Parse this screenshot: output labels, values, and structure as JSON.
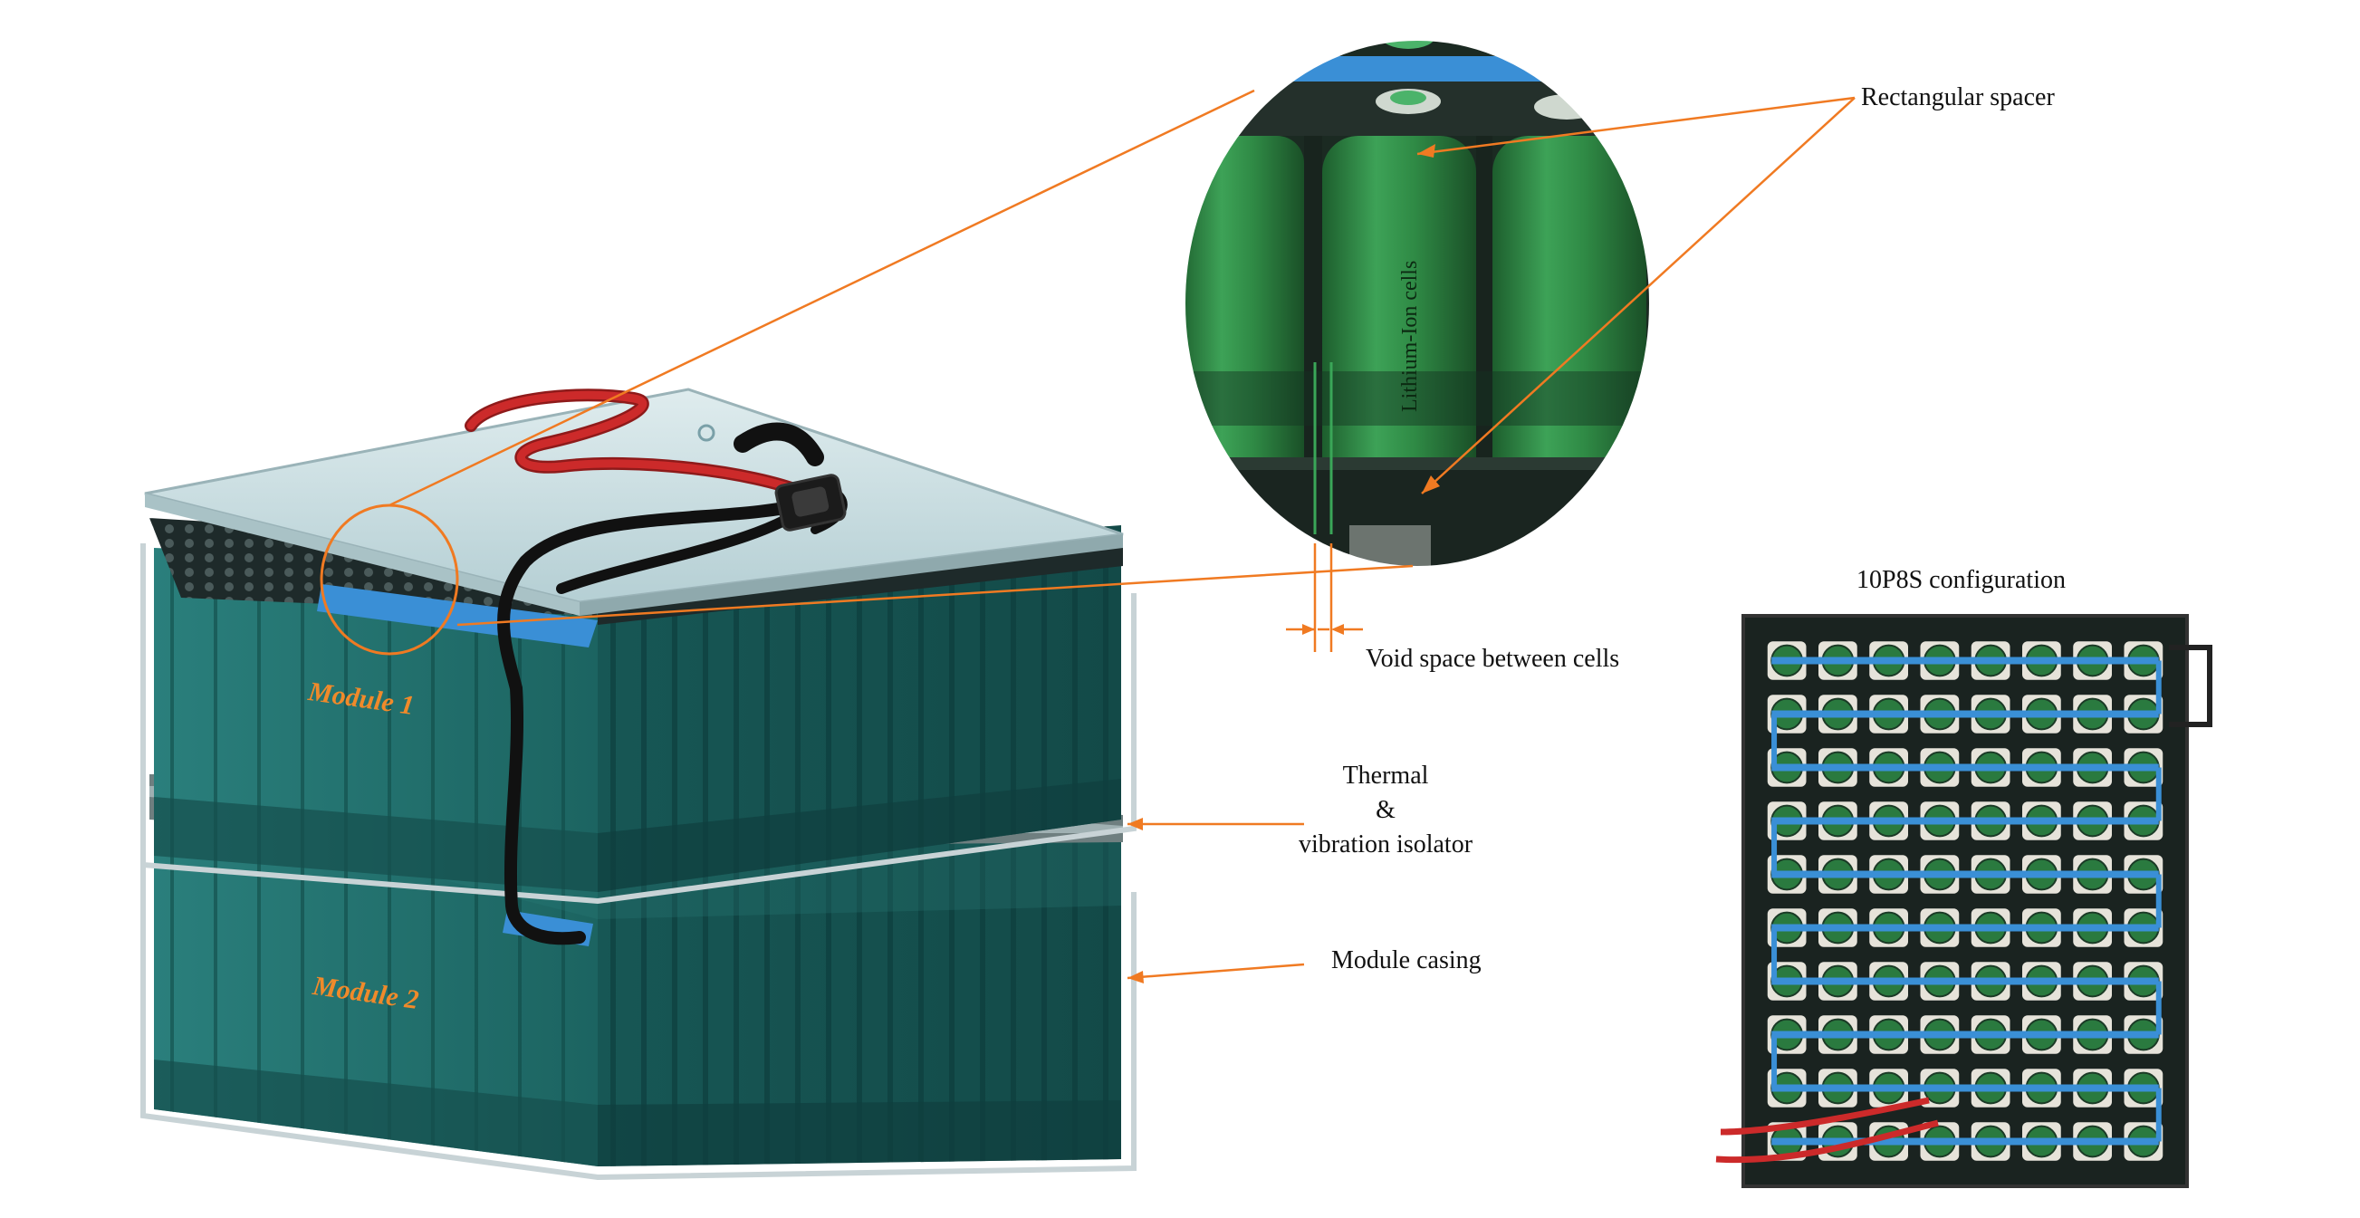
{
  "labels": {
    "rectangular_spacer": "Rectangular spacer",
    "lithium_ion_cells": "Lithium-Ion cells",
    "void_space": "Void space between cells",
    "thermal_line1": "Thermal",
    "thermal_line2": "&",
    "thermal_line3": "vibration isolator",
    "module_casing": "Module casing",
    "config_title": "10P8S configuration",
    "module1": "Module 1",
    "module2": "Module 2"
  },
  "configuration": {
    "parallel": 10,
    "series": 8
  },
  "colors": {
    "annotation_line": "#f07a22",
    "module_label": "#f08a2a",
    "cell_green": "#2f8a45",
    "module_teal": "#1f6e6c",
    "busbar_blue": "#3a8fd6",
    "cable_red": "#cc2a2a"
  }
}
